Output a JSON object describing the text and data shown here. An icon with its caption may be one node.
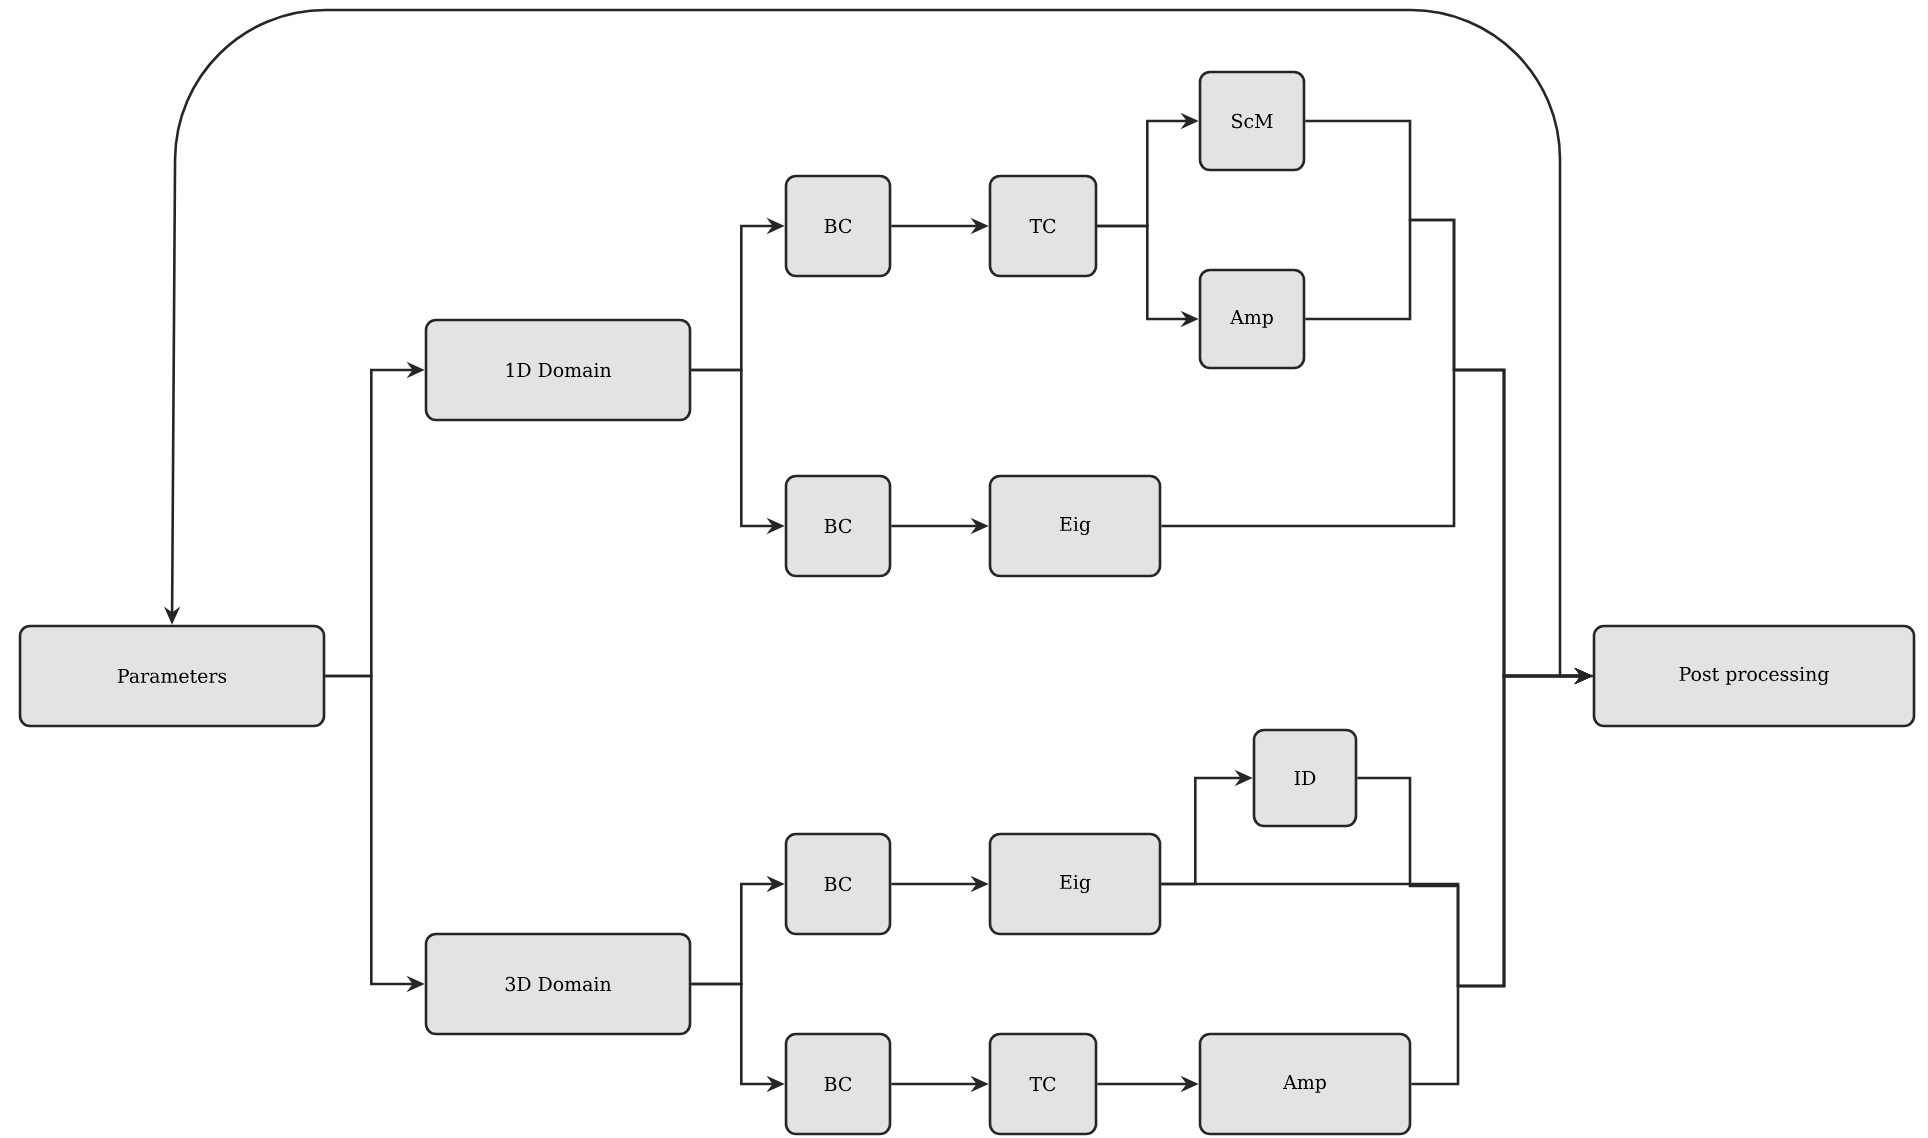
{
  "diagram": {
    "nodes": [
      {
        "text": [
          "Parameters"
        ]
      },
      {
        "text": [
          "1D Domain"
        ]
      },
      {
        "text": [
          "3D Domain"
        ]
      },
      {
        "text": [
          "BC"
        ]
      },
      {
        "text": [
          "TC"
        ]
      },
      {
        "text": [
          "ScM"
        ]
      },
      {
        "text": [
          "Amp"
        ]
      },
      {
        "text": [
          "BC"
        ]
      },
      {
        "text": [
          "Eig"
        ]
      },
      {
        "text": [
          "BC"
        ]
      },
      {
        "text": [
          "Eig"
        ]
      },
      {
        "text": [
          "ID"
        ]
      },
      {
        "text": [
          "BC"
        ]
      },
      {
        "text": [
          "TC"
        ]
      },
      {
        "text": [
          "Amp"
        ]
      },
      {
        "text": [
          "Post processing"
        ]
      }
    ],
    "edges": [
      {
        "from": 0,
        "to": 1,
        "arrow": "to"
      },
      {
        "from": 0,
        "to": 2,
        "arrow": "to"
      },
      {
        "from": 1,
        "to": 3,
        "arrow": "to"
      },
      {
        "from": 1,
        "to": 7,
        "arrow": "to"
      },
      {
        "from": 3,
        "to": 4,
        "arrow": "to"
      },
      {
        "from": 4,
        "to": 5,
        "arrow": "to"
      },
      {
        "from": 4,
        "to": 6,
        "arrow": "to"
      },
      {
        "from": 7,
        "to": 8,
        "arrow": "to"
      },
      {
        "from": 2,
        "to": 9,
        "arrow": "to"
      },
      {
        "from": 2,
        "to": 12,
        "arrow": "to"
      },
      {
        "from": 9,
        "to": 10,
        "arrow": "to"
      },
      {
        "from": 10,
        "to": 11,
        "arrow": "to"
      },
      {
        "from": 12,
        "to": 13,
        "arrow": "to"
      },
      {
        "from": 13,
        "to": 14,
        "arrow": "to"
      },
      {
        "from": 5,
        "to": 15,
        "arrow": "to"
      },
      {
        "from": 6,
        "to": 15,
        "arrow": "to"
      },
      {
        "from": 8,
        "to": 15,
        "arrow": "to"
      },
      {
        "from": 11,
        "to": 15,
        "arrow": "to"
      },
      {
        "from": 10,
        "to": 15,
        "arrow": "to"
      },
      {
        "from": 14,
        "to": 15,
        "arrow": "to"
      },
      {
        "from": 15,
        "to": 0,
        "arrow": "to"
      }
    ]
  }
}
